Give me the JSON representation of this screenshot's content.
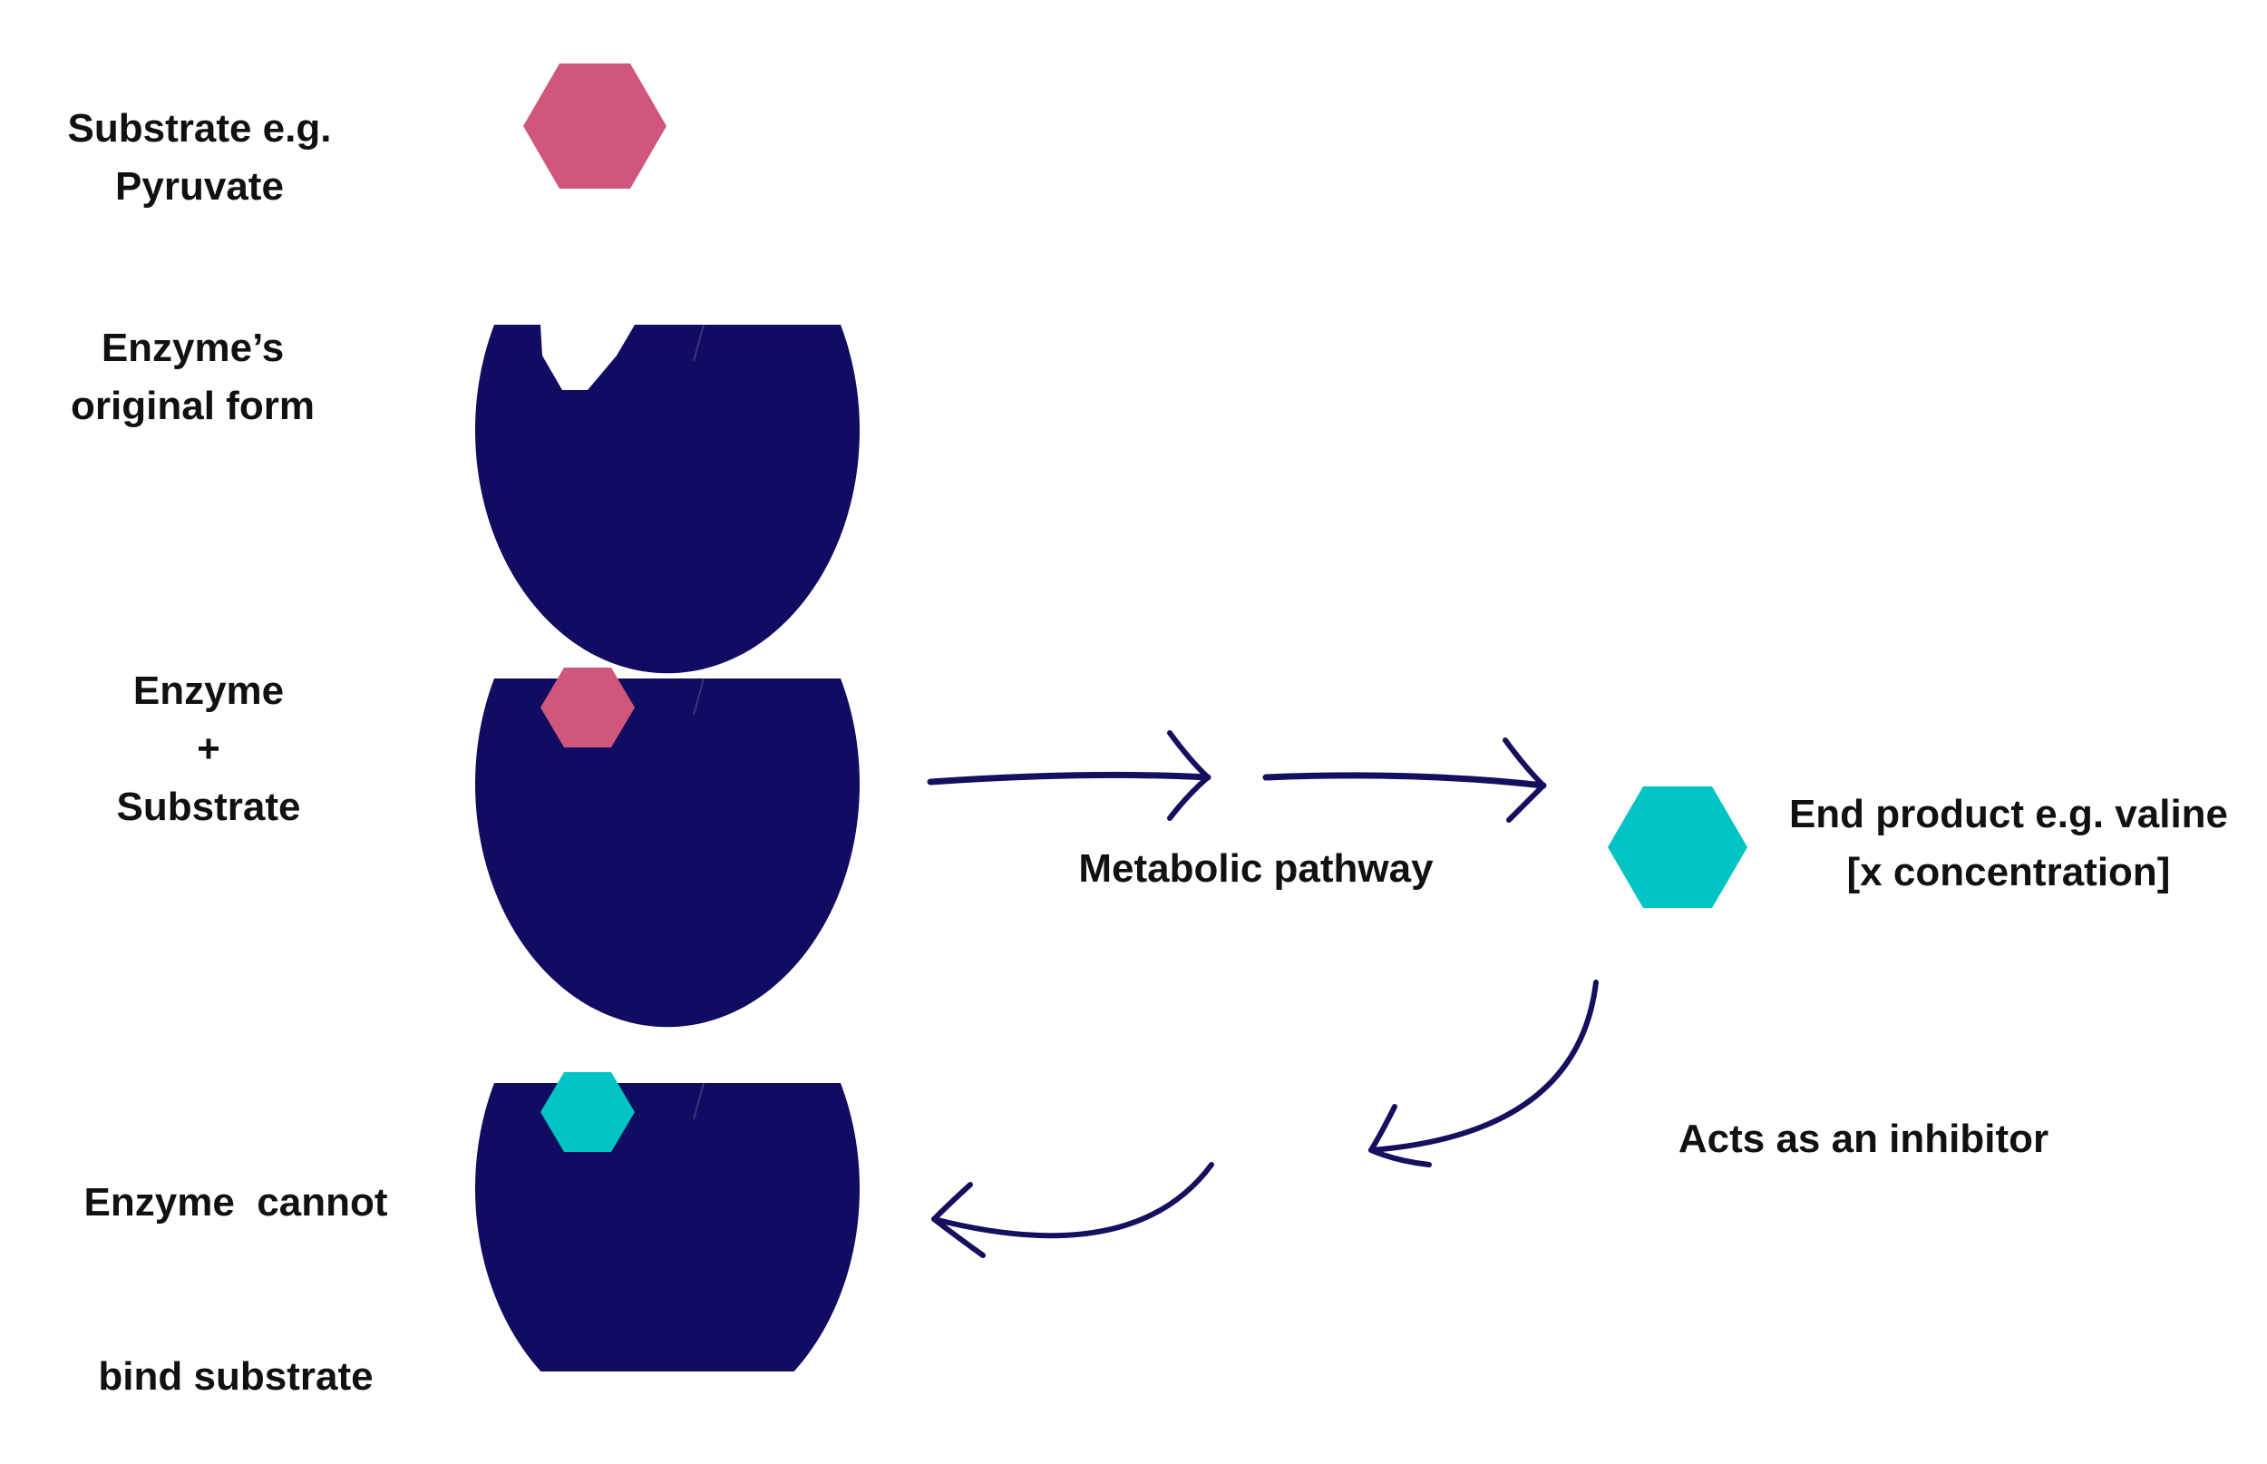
{
  "labels": {
    "substrate": {
      "line1": "Substrate e.g.",
      "line2": "Pyruvate"
    },
    "enzyme_original": {
      "line1": "Enzyme’s",
      "line2": "original form"
    },
    "enzyme_substrate": {
      "line1": "Enzyme",
      "line2": "+",
      "line3": "Substrate"
    },
    "enzyme_cannot_bind": {
      "line1": "Enzyme  cannot",
      "line2": "bind substrate"
    },
    "metabolic_pathway": "Metabolic pathway",
    "end_product": {
      "line1": "End product e.g. valine",
      "line2": "[x concentration]"
    },
    "inhibitor": "Acts as an inhibitor"
  },
  "colors": {
    "enzyme": "#110b61",
    "substrate": "#d0567c",
    "end_product": "#00c4c4",
    "arrow": "#140f5e",
    "text": "#111111",
    "background": "#ffffff"
  }
}
